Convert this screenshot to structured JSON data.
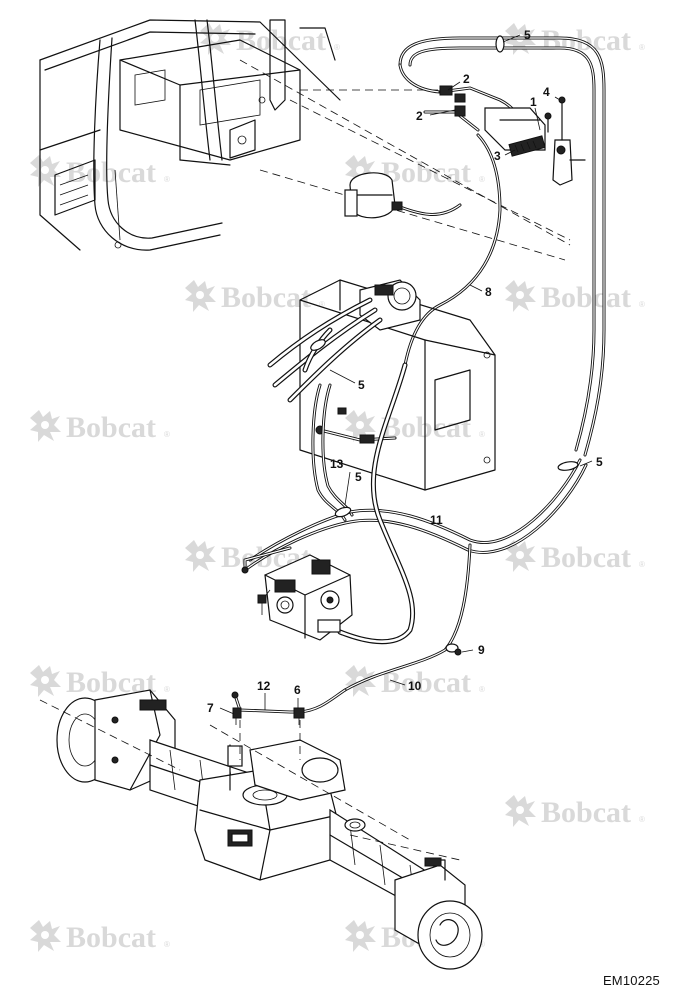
{
  "watermark": {
    "text": "Bobcat",
    "mark": "®"
  },
  "callouts": [
    {
      "id": "c5a",
      "text": "5"
    },
    {
      "id": "c2a",
      "text": "2"
    },
    {
      "id": "c2b",
      "text": "2"
    },
    {
      "id": "c1",
      "text": "1"
    },
    {
      "id": "c4",
      "text": "4"
    },
    {
      "id": "c3",
      "text": "3"
    },
    {
      "id": "c8",
      "text": "8"
    },
    {
      "id": "c5b",
      "text": "5"
    },
    {
      "id": "c13",
      "text": "13"
    },
    {
      "id": "c5c",
      "text": "5"
    },
    {
      "id": "c5d",
      "text": "5"
    },
    {
      "id": "c11",
      "text": "11"
    },
    {
      "id": "c9",
      "text": "9"
    },
    {
      "id": "c10",
      "text": "10"
    },
    {
      "id": "c12",
      "text": "12"
    },
    {
      "id": "c6",
      "text": "6"
    },
    {
      "id": "c7",
      "text": "7"
    }
  ],
  "drawing_code": "EM10225",
  "icons": [
    "bobcat-logo-icon"
  ],
  "colors": {
    "line": "#111111",
    "watermark": "#d9d9d9",
    "background": "#ffffff"
  }
}
